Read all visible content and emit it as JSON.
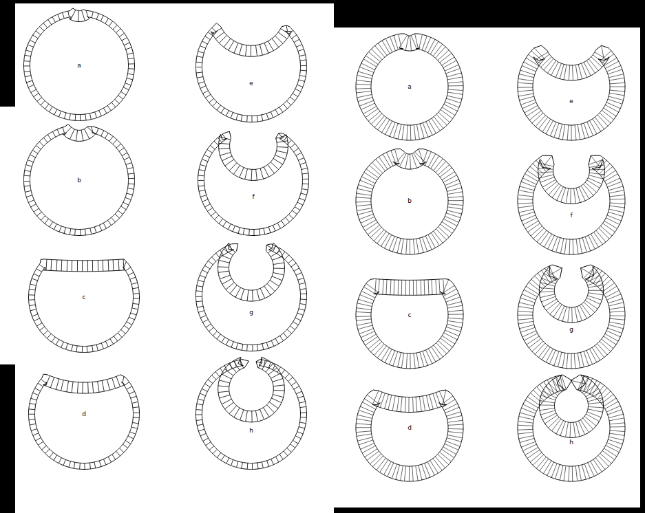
{
  "diagram": {
    "nodes": [
      {
        "text": [
          "a"
        ]
      },
      {
        "text": [
          "b"
        ]
      },
      {
        "text": [
          "c"
        ]
      },
      {
        "text": [
          "d"
        ]
      },
      {
        "text": [
          "e"
        ]
      },
      {
        "text": [
          "f"
        ]
      },
      {
        "text": [
          "g"
        ]
      },
      {
        "text": [
          "h"
        ]
      },
      {
        "text": [
          "a"
        ]
      },
      {
        "text": [
          "b"
        ]
      },
      {
        "text": [
          "c"
        ]
      },
      {
        "text": [
          "d"
        ]
      },
      {
        "text": [
          "e"
        ]
      },
      {
        "text": [
          "f"
        ]
      },
      {
        "text": [
          "g"
        ]
      },
      {
        "text": [
          "h"
        ]
      }
    ]
  }
}
